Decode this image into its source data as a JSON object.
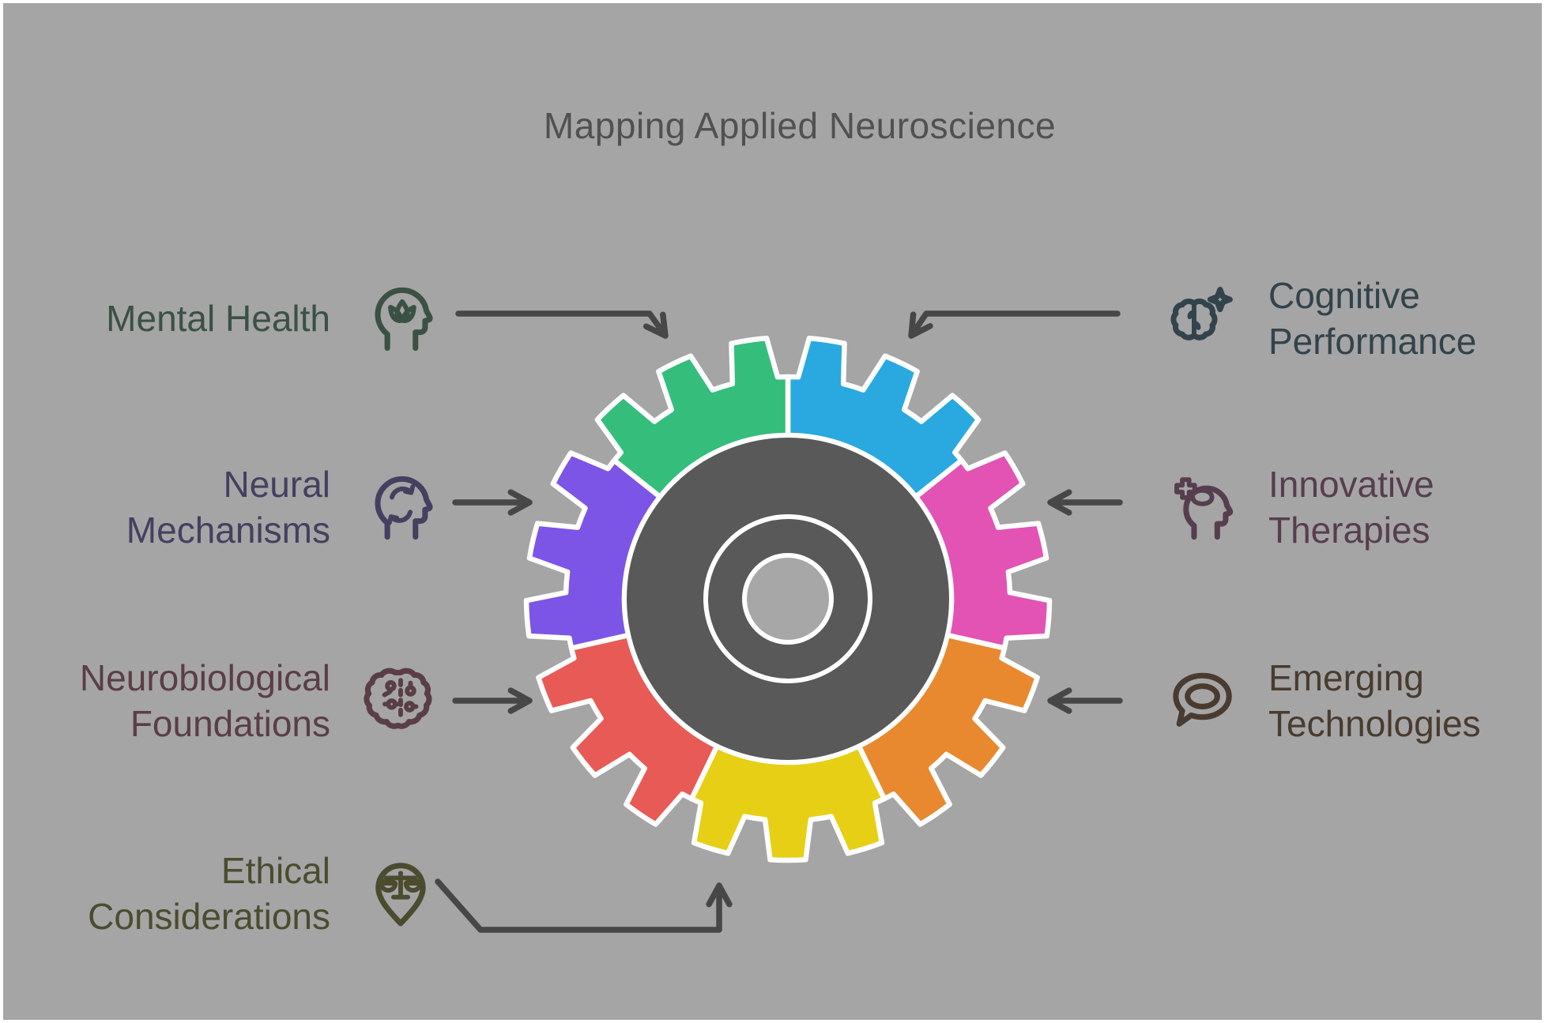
{
  "title": "Mapping Applied Neuroscience",
  "colors": {
    "background": "#a5a5a5",
    "frame": "#ffffff",
    "title_text": "#515151",
    "arrow": "#474747",
    "gear_outline": "#ffffff",
    "hub_fill": "#595959",
    "hub_hole_fill": "#a7a7a7"
  },
  "diagram": {
    "type": "gear-with-7-segments",
    "segment_order_clockwise_from_top": [
      "cognitive-performance",
      "innovative-therapies",
      "emerging-technologies",
      "ethical-considerations",
      "neurobiological-foundations",
      "neural-mechanisms",
      "mental-health"
    ]
  },
  "items": [
    {
      "id": "mental-health",
      "lines": [
        "Mental Health"
      ],
      "icon": "head-lotus-icon",
      "text_color": "#3a5144",
      "segment_color": "#35bd7c",
      "side": "left"
    },
    {
      "id": "neural-mechanisms",
      "lines": [
        "Neural",
        "Mechanisms"
      ],
      "icon": "head-cycle-arrows-icon",
      "text_color": "#453f60",
      "segment_color": "#7c55e6",
      "side": "left"
    },
    {
      "id": "neurobiological-foundations",
      "lines": [
        "Neurobiological",
        "Foundations"
      ],
      "icon": "brain-circuit-icon",
      "text_color": "#5a3e45",
      "segment_color": "#e85a55",
      "side": "left"
    },
    {
      "id": "ethical-considerations",
      "lines": [
        "Ethical",
        "Considerations"
      ],
      "icon": "scales-pin-icon",
      "text_color": "#4b4c2f",
      "segment_color": "#e6cf15",
      "side": "left"
    },
    {
      "id": "cognitive-performance",
      "lines": [
        "Cognitive",
        "Performance"
      ],
      "icon": "brain-sparkle-icon",
      "text_color": "#32434c",
      "segment_color": "#2aa9e0",
      "side": "right"
    },
    {
      "id": "innovative-therapies",
      "lines": [
        "Innovative",
        "Therapies"
      ],
      "icon": "head-medical-cross-icon",
      "text_color": "#563e4f",
      "segment_color": "#e253b4",
      "side": "right"
    },
    {
      "id": "emerging-technologies",
      "lines": [
        "Emerging",
        "Technologies"
      ],
      "icon": "speech-bubble-icon",
      "text_color": "#493b2f",
      "segment_color": "#e88930",
      "side": "right"
    }
  ]
}
